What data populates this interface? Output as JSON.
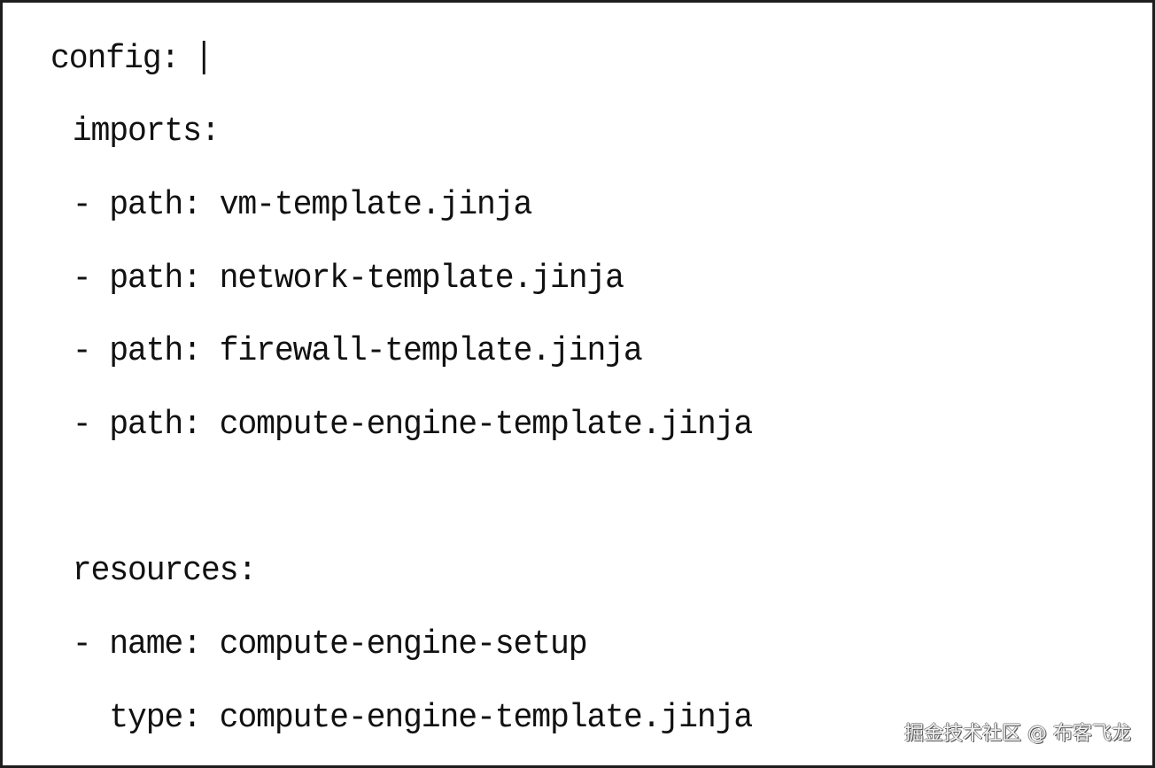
{
  "document": {
    "lines": [
      {
        "text": "config: ",
        "has_cursor": true
      },
      {
        "text": " imports:"
      },
      {
        "text": " - path: vm-template.jinja"
      },
      {
        "text": " - path: network-template.jinja"
      },
      {
        "text": " - path: firewall-template.jinja"
      },
      {
        "text": " - path: compute-engine-template.jinja"
      },
      {
        "text": ""
      },
      {
        "text": " resources:"
      },
      {
        "text": " - name: compute-engine-setup"
      },
      {
        "text": "   type: compute-engine-template.jinja"
      }
    ]
  },
  "watermark": {
    "text": "掘金技术社区 @ 布客飞龙"
  },
  "colors": {
    "text": "#111111",
    "border": "#1e1e1e",
    "background": "#ffffff"
  }
}
